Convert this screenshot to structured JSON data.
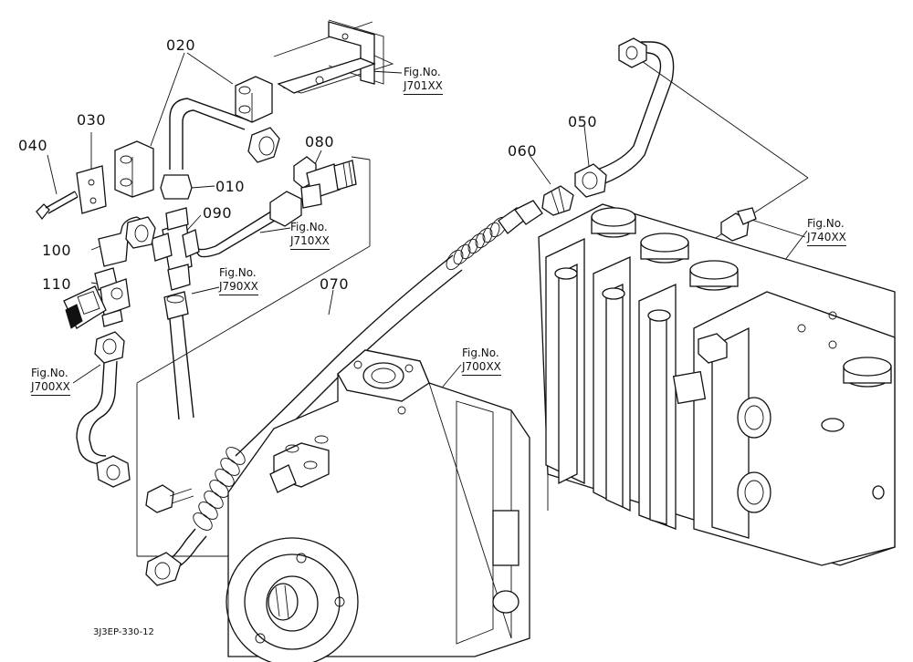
{
  "part_labels": {
    "p010": "010",
    "p020": "020",
    "p030": "030",
    "p040": "040",
    "p050": "050",
    "p060": "060",
    "p070": "070",
    "p080": "080",
    "p090": "090",
    "p100": "100",
    "p110": "110"
  },
  "figure_refs": {
    "j701": {
      "label": "Fig.No.",
      "code": "J701XX"
    },
    "j710": {
      "label": "Fig.No.",
      "code": "J710XX"
    },
    "j790": {
      "label": "Fig.No.",
      "code": "J790XX"
    },
    "j740": {
      "label": "Fig.No.",
      "code": "J740XX"
    },
    "j700_center": {
      "label": "Fig.No.",
      "code": "J700XX"
    },
    "j700_left": {
      "label": "Fig.No.",
      "code": "J700XX"
    }
  },
  "drawing_code": "3J3EP-330-12"
}
